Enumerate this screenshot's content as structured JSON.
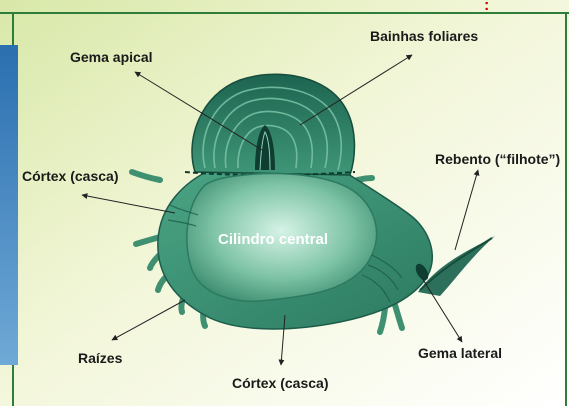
{
  "labels": {
    "gema_apical": "Gema apical",
    "bainhas_foliares": "Bainhas foliares",
    "cortex_top": "Córtex (casca)",
    "rebento": "Rebento (“filhote”)",
    "cilindro_central": "Cilindro central",
    "raizes": "Raízes",
    "gema_lateral": "Gema lateral",
    "cortex_bottom": "Córtex (casca)"
  },
  "corner_mark": ":",
  "colors": {
    "bulb_dark": "#1f6e57",
    "bulb_mid": "#3f9a7b",
    "bulb_light": "#bfe8d8",
    "side_bar_top": "#2b6fb0",
    "side_bar_bottom": "#6fa9d6",
    "frame_green": "#2f7d3a",
    "corner_mark": "#d40000"
  }
}
